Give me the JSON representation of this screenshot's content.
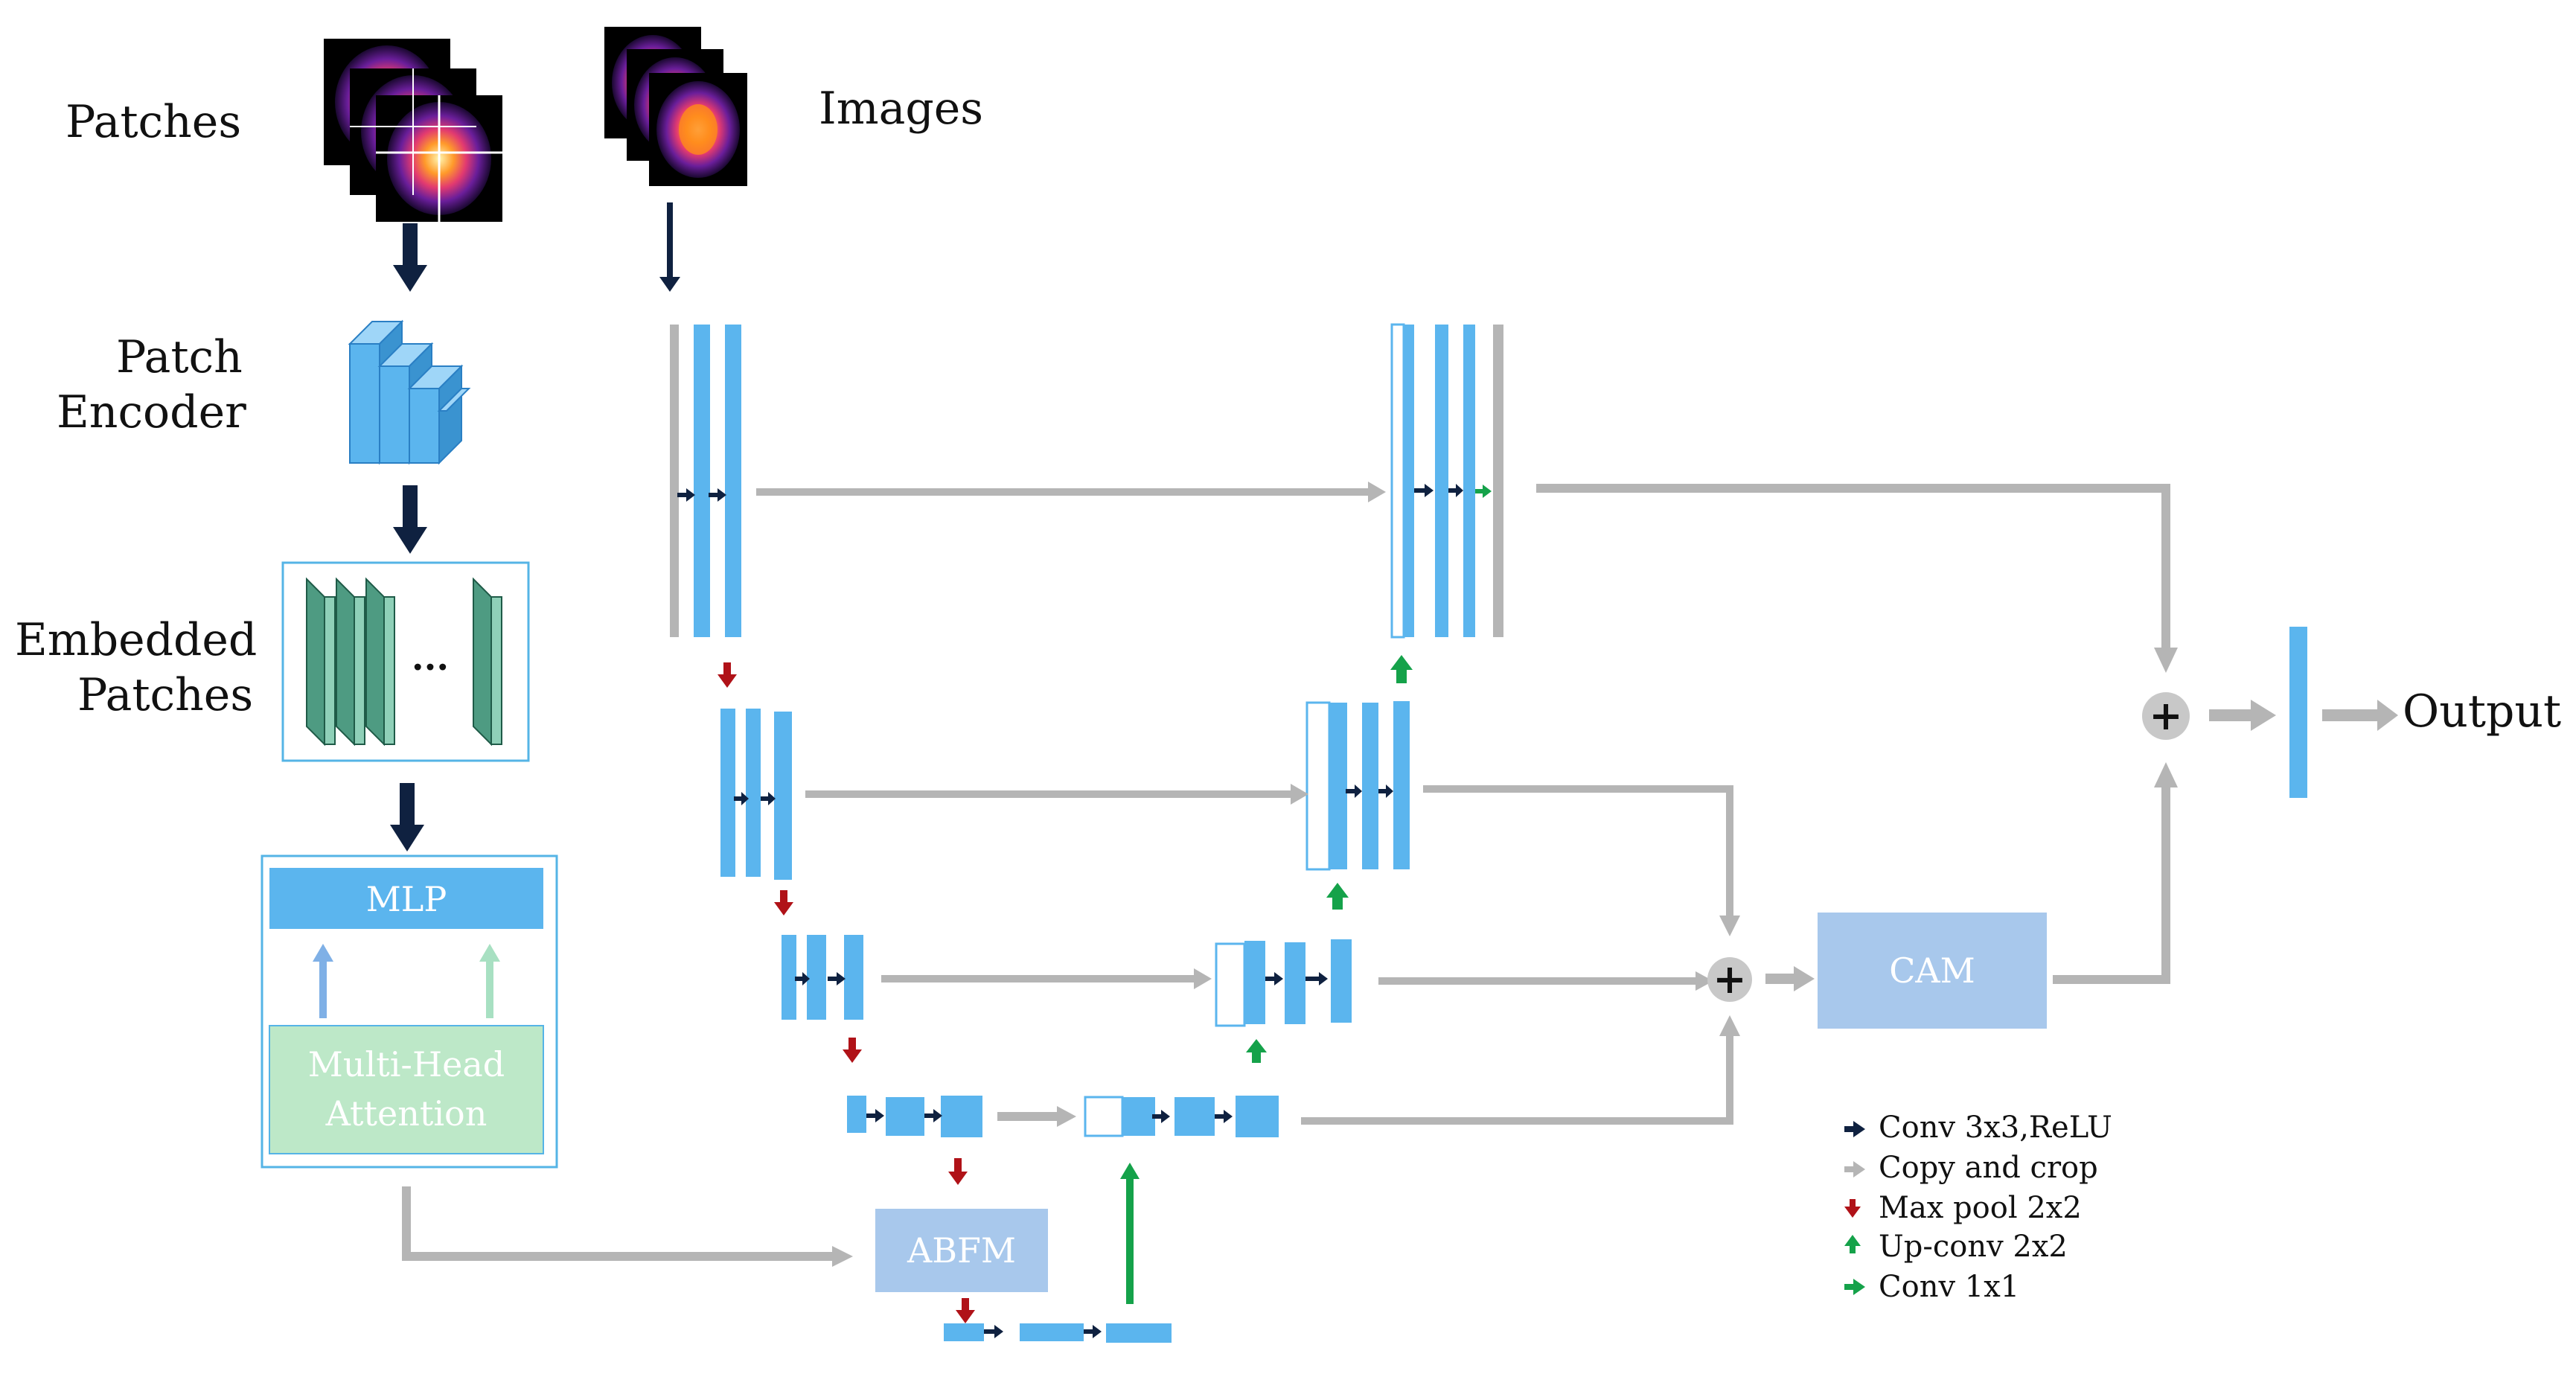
{
  "labels": {
    "patches": "Patches",
    "images": "Images",
    "patch_encoder_line1": "Patch",
    "patch_encoder_line2": "Encoder",
    "embedded_line1": "Embedded",
    "embedded_line2": "Patches",
    "ellipsis": "...",
    "output": "Output"
  },
  "blocks": {
    "mlp": "MLP",
    "mha_line1": "Multi-Head",
    "mha_line2": "Attention",
    "abfm": "ABFM",
    "cam": "CAM",
    "plus_symbol": "+"
  },
  "legend": {
    "items": [
      {
        "key": "conv",
        "label": "Conv 3x3,ReLU",
        "icon": "dark-arrow-right-icon"
      },
      {
        "key": "copy",
        "label": "Copy and crop",
        "icon": "gray-arrow-right-icon"
      },
      {
        "key": "pool",
        "label": "Max pool 2x2",
        "icon": "red-arrow-down-icon"
      },
      {
        "key": "upconv",
        "label": "Up-conv 2x2",
        "icon": "green-arrow-up-icon"
      },
      {
        "key": "conv1",
        "label": "Conv 1x1",
        "icon": "green-arrow-right-icon"
      }
    ]
  },
  "colors": {
    "feature_blue": "#5BB5EE",
    "dark_arrow": "#0F2140",
    "copy_gray": "#B5B5B5",
    "pool_red": "#B01218",
    "upconv_green": "#15A24A",
    "module_box": "#A8C8EC",
    "mha_green": "#BDE8C8",
    "encoder_green": "#4E9B82",
    "frame_blue": "#55B4E6"
  }
}
